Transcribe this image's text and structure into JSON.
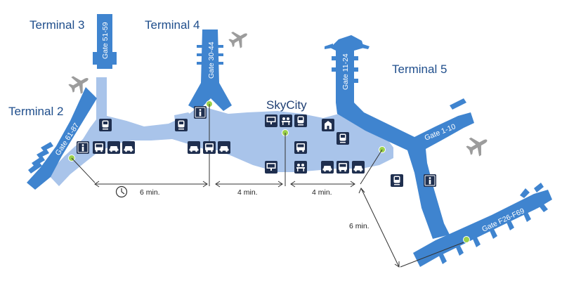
{
  "terminals": {
    "t2": "Terminal 2",
    "t3": "Terminal 3",
    "t4": "Terminal 4",
    "t5": "Terminal 5"
  },
  "skycity": "SkyCity",
  "gates": {
    "g6187": "Gate 61-87",
    "g5159": "Gate 51-59",
    "g3044": "Gate 30-44",
    "g1124": "Gate 11-24",
    "g110": "Gate 1-10",
    "gf26": "Gate F26-F69"
  },
  "walk_times": {
    "t2_t4": "6 min.",
    "t4_sky": "4 min.",
    "sky_t5": "4 min.",
    "t5_f": "6 min."
  },
  "colors": {
    "pier": "#3f84cf",
    "corridor": "#a9c4ea",
    "accent_dot": "#9bd14b",
    "icon_bg": "#1f2f4f",
    "label": "#1f4e8c",
    "plane": "#9c9c9c"
  },
  "icons": [
    "info-icon",
    "train-icon",
    "bus-icon",
    "car-icon",
    "taxi-icon",
    "shop-icon",
    "restaurant-icon",
    "hotel-icon",
    "clock-icon",
    "airplane-icon"
  ]
}
